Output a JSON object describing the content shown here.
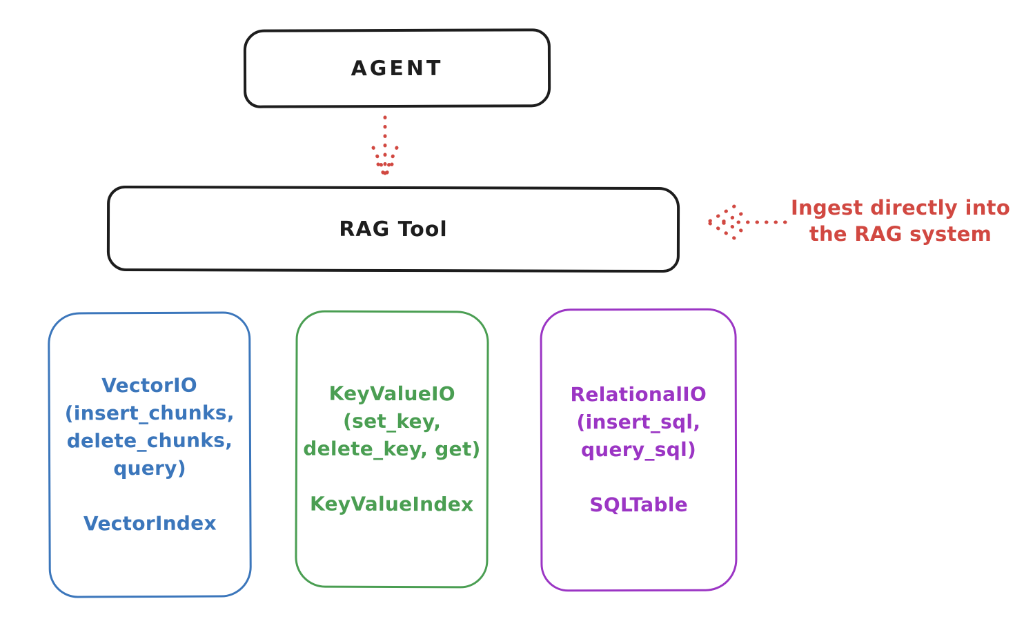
{
  "diagram": {
    "agent": {
      "label": "AGENT"
    },
    "rag_tool": {
      "label": "RAG Tool"
    },
    "annotation": {
      "line1": "Ingest directly into",
      "line2": "the RAG system"
    },
    "arrows": [
      {
        "name": "agent-to-rag-tool",
        "style": "dotted",
        "direction": "down",
        "color": "#d14841"
      },
      {
        "name": "annotation-to-rag-tool",
        "style": "dotted",
        "direction": "left",
        "color": "#d14841"
      }
    ],
    "io_boxes": [
      {
        "lines": [
          "VectorIO",
          "(insert_chunks,",
          "delete_chunks,",
          "query)"
        ],
        "index_label": "VectorIndex",
        "color": "#3b76bb"
      },
      {
        "lines": [
          "KeyValueIO",
          "(set_key,",
          "delete_key, get)"
        ],
        "index_label": "KeyValueIndex",
        "color": "#4a9e52"
      },
      {
        "lines": [
          "RelationalIO",
          "(insert_sql,",
          "query_sql)"
        ],
        "index_label": "SQLTable",
        "color": "#9b35c4"
      }
    ],
    "colors": {
      "stroke_black": "#1d1d1d",
      "accent_red": "#d14841",
      "vector_blue": "#3b76bb",
      "keyvalue_green": "#4a9e52",
      "relational_purple": "#9b35c4"
    }
  }
}
